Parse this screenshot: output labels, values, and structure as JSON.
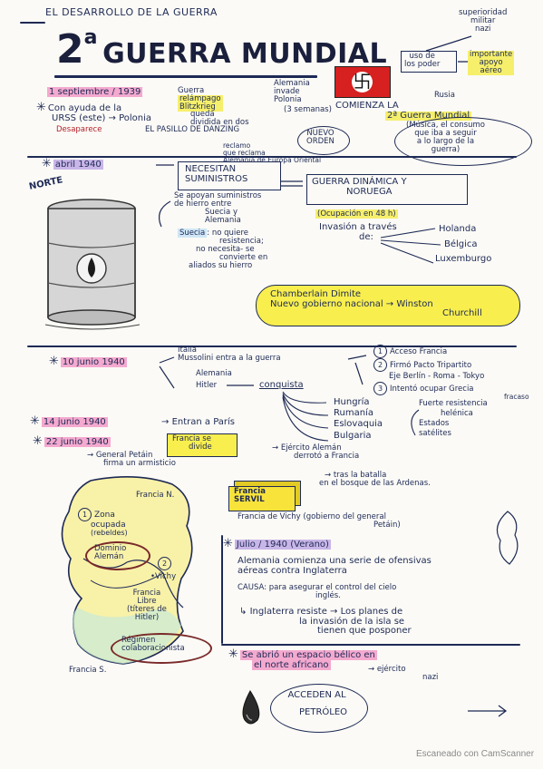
{
  "header": {
    "subtitle": "EL DESARROLLO DE LA GUERRA",
    "title_num": "2",
    "title_sup": "a",
    "title_main": "GUERRA MUNDIAL",
    "sup_nazi": [
      "superioridad",
      "militar",
      "nazi"
    ],
    "uso_poder": [
      "uso de",
      "los poder"
    ],
    "apoyo": [
      "importante",
      "apoyo",
      "aéreo"
    ]
  },
  "sept1939": {
    "date": "1 septiembre / 1939",
    "guerra_relampago": [
      "Guerra",
      "relámpago",
      "Blitzkrieg"
    ],
    "alemania_invade": [
      "Alemania",
      "invade",
      "Polonia"
    ],
    "semanas": "(3 semanas)",
    "comienza": [
      "COMIENZA LA",
      "2ª Guerra Mundial"
    ],
    "rusia": "Rusia",
    "ayuda": [
      "Con ayuda de la",
      "URSS (este) → Polonia"
    ],
    "dividir": [
      "queda",
      "dividida en dos"
    ],
    "poloneses": "Desaparece",
    "fasillo": "EL PASILLO DE DANZING",
    "comunes": [
      "(Música, el consumo",
      "que iba a seguir",
      "a lo largo de la",
      "guerra)"
    ],
    "nuevo_orden": [
      "NUEVO",
      "ORDEN"
    ],
    "reclamo": [
      "reclamo",
      "que reclama",
      "Alemania de Europa Oriental"
    ]
  },
  "abril1940": {
    "norte": "NORTE",
    "date": "abril 1940",
    "necesitan": [
      "NECESITAN",
      "SUMINISTROS"
    ],
    "se_apoyan": [
      "Se apoyan suministros",
      "de hierro entre",
      "Suecia y",
      "Alemania"
    ],
    "suecia": "Suecia",
    "suecia_desc": [
      ": no quiere",
      "resistencia;",
      "no necesita- se",
      "convierte en",
      "aliados su hierro"
    ],
    "guerra_dinamica": [
      "GUERRA DINÁMICA Y",
      "NORUEGA"
    ],
    "ocupacion": "(Ocupación en 48 h)",
    "invasion": "Invasión a través",
    "de": "de:",
    "paises": [
      "Holanda",
      "Bélgica",
      "Luxemburgo"
    ],
    "chamberlain": [
      "Chamberlain Dimite",
      "Nuevo gobierno nacional → Winston",
      "Churchill"
    ]
  },
  "junio10": {
    "date": "10 junio 1940",
    "italia": [
      "Italia",
      "Mussolini entra a la guerra"
    ],
    "alemania": "Alemania",
    "hitler": "Hitler",
    "conquista": "conquista",
    "paises": [
      "Hungría",
      "Rumanía",
      "Eslovaquia",
      "Bulgaria"
    ],
    "items": [
      "Acceso Francia",
      "Firmó Pacto Tripartito",
      "Eje Berlín - Roma - Tokyo",
      "Intentó ocupar Grecia"
    ],
    "fracaso": "fracaso",
    "grecia_res": [
      "Fuerte resistencia",
      "helénica",
      "Estados",
      "satélites"
    ]
  },
  "junio14": {
    "date": "14 junio 1940",
    "text": "Entran a París"
  },
  "junio22": {
    "date": "22 junio 1940",
    "francia_se_divide": [
      "Francia se",
      "divide"
    ],
    "petain": [
      "General Petáin",
      "firma un armisticio"
    ],
    "ejercito": [
      "Ejército Alemán",
      "derrotó a Francia"
    ],
    "tras": [
      "tras la batalla",
      "en el bosque de las Ardenas."
    ],
    "francia_servil": [
      "Francia",
      "SERVIL"
    ],
    "vichy_text": [
      "Francia de Vichy (gobierno del general",
      "Petáin)"
    ]
  },
  "map": {
    "francia_n": "Francia N.",
    "zona": [
      "Zona",
      "ocupada",
      "(rebeldes)"
    ],
    "dominio": [
      "Dominio",
      "Alemán"
    ],
    "vichy": "Vichy",
    "francia_libre": [
      "Francia",
      "Libre",
      "(títeres de",
      "Hitler)"
    ],
    "regimen": [
      "Régimen",
      "colaboracionista"
    ],
    "francia_s": "Francia S."
  },
  "julio1940": {
    "date": "Julio / 1940 (Verano)",
    "text1": [
      "Alemania comienza una serie de ofensivas",
      "aéreas contra Inglaterra"
    ],
    "causa": [
      "CAUSA: para asegurar el control del cielo",
      "inglés."
    ],
    "inglaterra": [
      "Inglaterra resiste → Los planes de",
      "la invasión de la isla se",
      "tienen que posponer"
    ]
  },
  "africa": {
    "text": [
      "Se abrió un espacio bélico en",
      "el norte africano"
    ],
    "ejercito": [
      "ejército",
      "nazi"
    ],
    "acceden": [
      "ACCEDEN AL",
      "PETRÓLEO"
    ]
  },
  "footer": "Escaneado con CamScanner"
}
